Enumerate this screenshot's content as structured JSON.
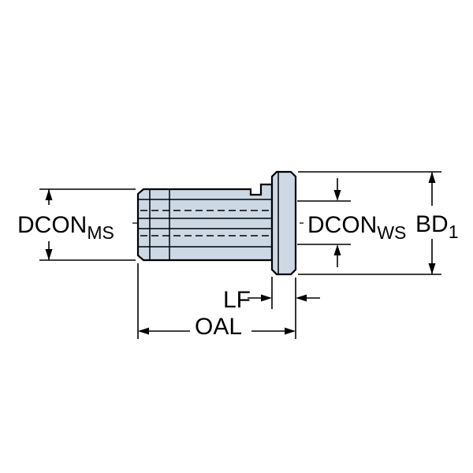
{
  "diagram": {
    "title": "tool-holder-dimension-drawing",
    "labels": {
      "dcon_ms": {
        "main": "DCON",
        "sub": "MS"
      },
      "dcon_ws": {
        "main": "DCON",
        "sub": "WS"
      },
      "bd1": {
        "main": "BD",
        "sub": "1"
      },
      "lf": "LF",
      "oal": "OAL"
    },
    "colors": {
      "body_fill": "#ccd9e5",
      "line": "#000000",
      "background": "#ffffff"
    }
  }
}
